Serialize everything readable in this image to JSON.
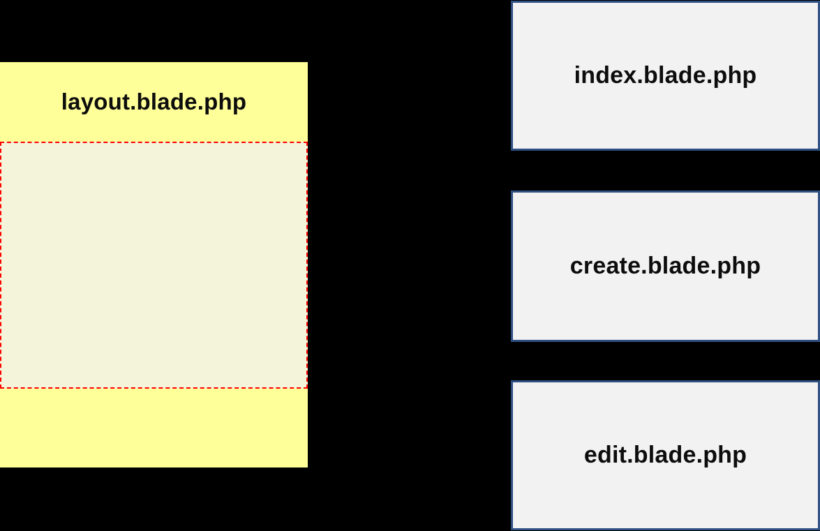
{
  "diagram": {
    "background": "#000000"
  },
  "layout_box": {
    "title": "layout.blade.php",
    "fill": "#FFFF99",
    "content_fill": "#F4F4DA",
    "content_border": "#FF0000",
    "text_color": "#0D0D0D"
  },
  "view_boxes": [
    {
      "label": "index.blade.php"
    },
    {
      "label": "create.blade.php"
    },
    {
      "label": "edit.blade.php"
    }
  ],
  "view_box_style": {
    "fill": "#F2F2F2",
    "border": "#2E5083",
    "text_color": "#0D0D0D"
  }
}
